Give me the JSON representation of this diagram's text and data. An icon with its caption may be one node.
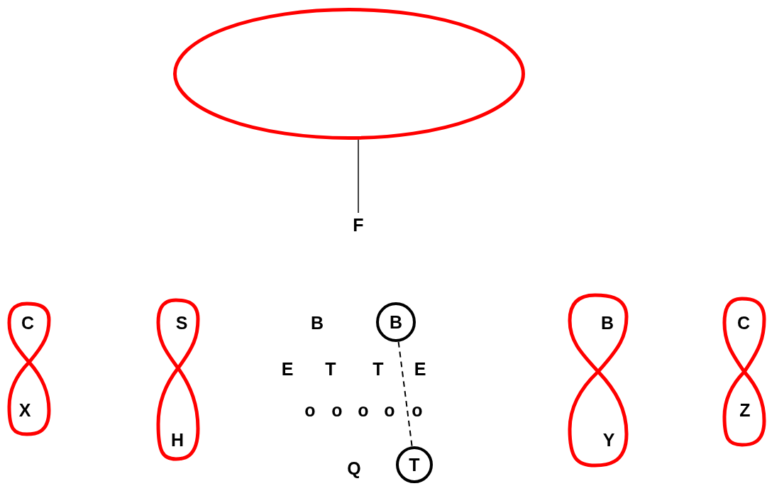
{
  "diagram": {
    "nodes": [
      {
        "text": [],
        "shape": "ellipse"
      },
      {
        "text": [
          "F"
        ]
      },
      {
        "text": [
          "C",
          "X"
        ]
      },
      {
        "text": [
          "S",
          "H"
        ]
      },
      {
        "text": [
          "B"
        ]
      },
      {
        "text": [
          "B",
          "Y"
        ]
      },
      {
        "text": [
          "C",
          "Z"
        ]
      },
      {
        "text": [
          "T"
        ]
      }
    ],
    "edges": [
      {
        "from": 1,
        "to": 0,
        "arrow": "none"
      },
      {
        "from": 4,
        "to": 7,
        "arrow": "none",
        "style": "dashed"
      }
    ],
    "labels": [
      "B",
      "E",
      "T",
      "T",
      "E",
      "o",
      "o",
      "o",
      "o",
      "o",
      "Q"
    ]
  }
}
